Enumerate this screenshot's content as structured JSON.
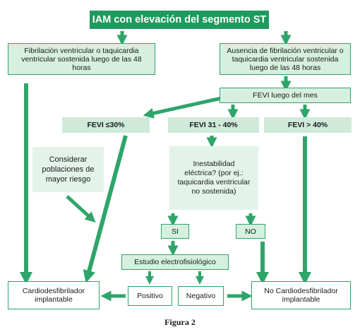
{
  "diagram": {
    "title": "IAM con elevación del segmento ST",
    "left_top": "Fibrilación ventricular o taquicardia ventricular sostenida luego de las 48 horas",
    "right_top": "Ausencia de fibrilación ventricular o taquicardia ventricular sostenida luego de las 48 horas",
    "fevi_mes": "FEVI luego del mes",
    "fevi_low": "FEVI ≤30%",
    "fevi_mid": "FEVI 31 - 40%",
    "fevi_high": "FEVI > 40%",
    "consider": "Considerar poblaciones de mayor riesgo",
    "instability": "Inestabilidad eléctrica? (por ej.: taquicardia ventricular no sostenida)",
    "si": "SI",
    "no": "NO",
    "study": "Estudio electrofisiológico",
    "positive": "Positivo",
    "negative": "Negativo",
    "icd": "Cardiodesfibrilador implantable",
    "no_icd": "No Cardiodesfibrilador implantable"
  },
  "caption": "Figura 2",
  "colors": {
    "dark_green": "#1e9a5f",
    "light_green": "#d6efdf",
    "border_green": "#2ea56a"
  }
}
